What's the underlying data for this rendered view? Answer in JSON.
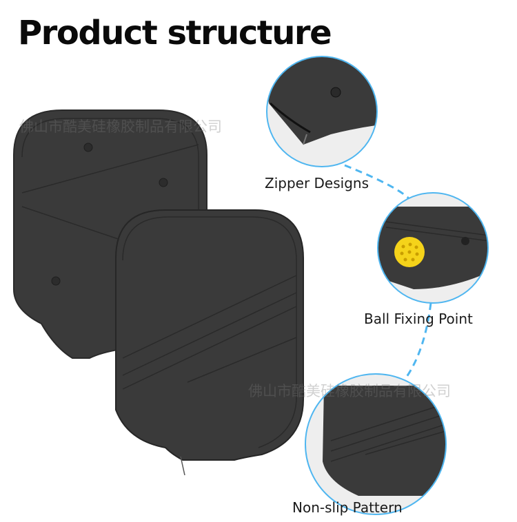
{
  "header": {
    "title": "Product structure"
  },
  "features": [
    {
      "label": "Zipper Designs"
    },
    {
      "label": "Ball Fixing Point"
    },
    {
      "label": "Non-slip Pattern"
    }
  ],
  "watermark": {
    "company_cn": "佛山市酷美硅橡胶制品有限公司"
  },
  "colors": {
    "cover": "#3a3a3a",
    "cover_dark": "#262626",
    "accent_ring": "#4fb6f0",
    "ball": "#f5d31a"
  }
}
